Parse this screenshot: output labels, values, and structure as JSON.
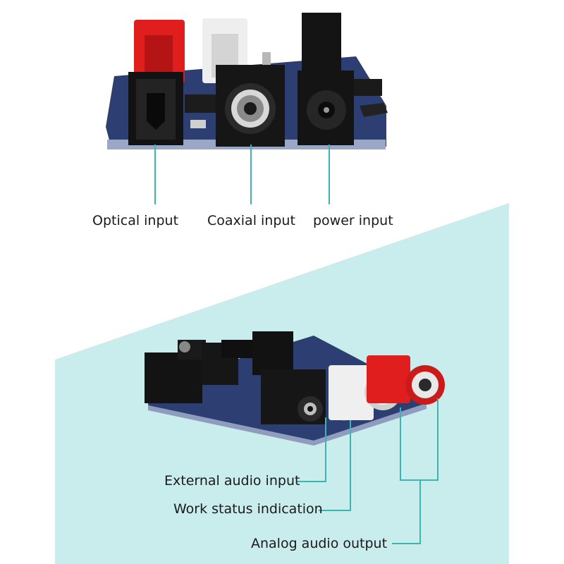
{
  "labels": {
    "optical_input": "Optical input",
    "coaxial_input": "Coaxial input",
    "power_input": "power input",
    "external_audio_input": "External audio input",
    "work_status_indication": "Work status indication",
    "analog_audio_output": "Analog audio output"
  },
  "colors": {
    "background": "#ffffff",
    "accent_band": "#c9ecec",
    "callout_line": "#3fb3b3",
    "pcb": "#2d3e73",
    "connector_black": "#161616",
    "rca_red": "#e01e1e",
    "rca_white": "#efefef"
  }
}
